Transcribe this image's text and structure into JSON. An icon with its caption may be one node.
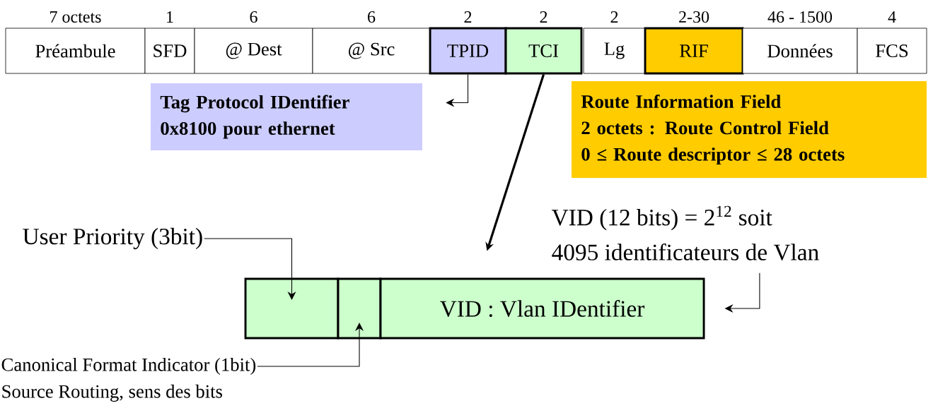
{
  "diagram": {
    "nodes": [
      {
        "text": [
          "Préambule"
        ],
        "beside": [
          "7 octets"
        ]
      },
      {
        "text": [
          "SFD"
        ],
        "beside": [
          "1"
        ]
      },
      {
        "text": [
          "@ Dest"
        ],
        "beside": [
          "6"
        ]
      },
      {
        "text": [
          "@ Src"
        ],
        "beside": [
          "6"
        ]
      },
      {
        "text": [
          "TPID"
        ],
        "beside": [
          "2"
        ]
      },
      {
        "text": [
          "TCI"
        ],
        "beside": [
          "2"
        ]
      },
      {
        "text": [
          "Lg"
        ],
        "beside": [
          "2"
        ]
      },
      {
        "text": [
          "RIF"
        ],
        "beside": [
          "2-30"
        ]
      },
      {
        "text": [
          "Données"
        ],
        "beside": [
          "46 - 1500"
        ]
      },
      {
        "text": [
          "FCS"
        ],
        "beside": [
          "4"
        ]
      },
      {
        "text": [
          "Tag Protocol IDentifier",
          "0x8100 pour ethernet"
        ]
      },
      {
        "text": [
          "Route Information Field",
          "2 octets : Route Control Field",
          "0 ≤ Route descriptor ≤ 28 octets"
        ]
      },
      {
        "text": [],
        "shape": "box"
      },
      {
        "text": [],
        "shape": "box"
      },
      {
        "text": [
          "VID : Vlan IDentifier"
        ]
      },
      {
        "text": [
          "User Priority (3bit)"
        ]
      },
      {
        "text": [
          "Canonical Format Indicator (1bit)"
        ],
        "beside": [
          "Source Routing, sens des bits"
        ]
      },
      {
        "text": [
          "VID (12 bits) = 2$^{12}$ soit",
          "4095 identificateurs de Vlan"
        ]
      }
    ],
    "edges": [
      {
        "from": 4,
        "to": 10,
        "arrow": "to"
      },
      {
        "from": 5,
        "to": 14,
        "arrow": "to",
        "style": "thick"
      },
      {
        "from": 15,
        "to": 12,
        "arrow": "to"
      },
      {
        "from": 16,
        "to": 13,
        "arrow": "to"
      },
      {
        "from": 17,
        "to": 14,
        "arrow": "to"
      }
    ]
  }
}
